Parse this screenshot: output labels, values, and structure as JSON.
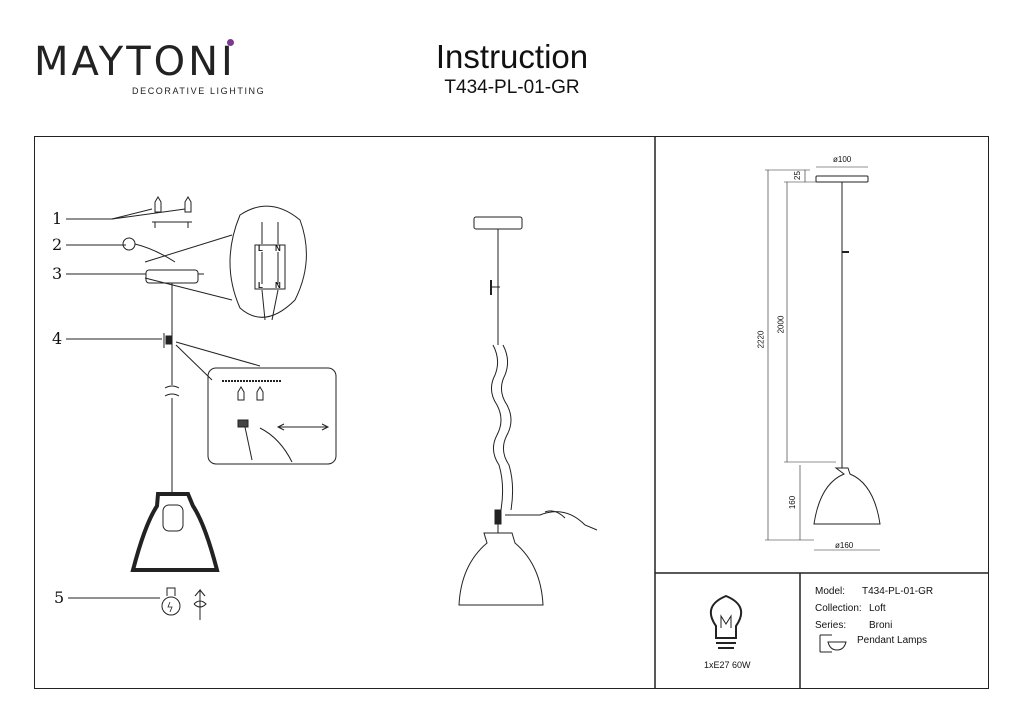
{
  "brand": {
    "name": "MAYTONI",
    "tagline": "DECORATIVE LIGHTING",
    "accent_color": "#7a3b8f"
  },
  "header": {
    "title": "Instruction",
    "model_code": "T434-PL-01-GR"
  },
  "parts": [
    "1",
    "2",
    "3",
    "4",
    "5"
  ],
  "wiring_labels": {
    "top": [
      "L",
      "N"
    ],
    "bottom": [
      "L",
      "N"
    ]
  },
  "dimensions": {
    "canopy_diameter": "ø100",
    "canopy_height": "25",
    "total_height": "2220",
    "cord_length": "2000",
    "shade_height": "160",
    "shade_diameter": "ø160"
  },
  "bulb": {
    "icon": "light-bulb-icon",
    "spec": "1xE27 60W"
  },
  "specs": {
    "model_label": "Model:",
    "model_value": "T434-PL-01-GR",
    "collection_label": "Collection:",
    "collection_value": "Loft",
    "series_label": "Series:",
    "series_value": "Broni",
    "type_icon": "pendant-lamp-icon",
    "type_value": "Pendant Lamps"
  }
}
